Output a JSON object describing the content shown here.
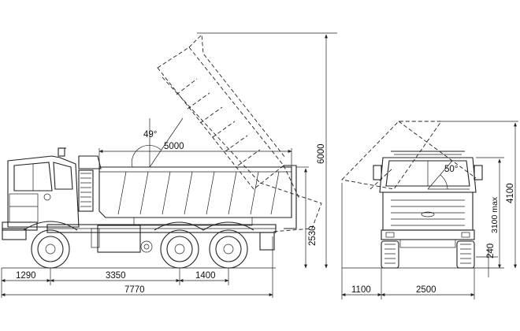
{
  "side_view": {
    "dims": {
      "front_overhang": "1290",
      "wheelbase_front": "3350",
      "tandem_spacing": "1400",
      "overall_length": "7770",
      "body_length": "5000",
      "tip_angle": "49°",
      "tipped_height": "6000",
      "platform_height": "2530"
    }
  },
  "front_view": {
    "dims": {
      "side_tip_offset": "1100",
      "width": "2500",
      "side_tip_angle": "50°",
      "max_height": "3100 max",
      "overall_height": "4100",
      "ground_clearance": "240"
    }
  },
  "colors": {
    "line": "#222222",
    "background": "#ffffff"
  }
}
